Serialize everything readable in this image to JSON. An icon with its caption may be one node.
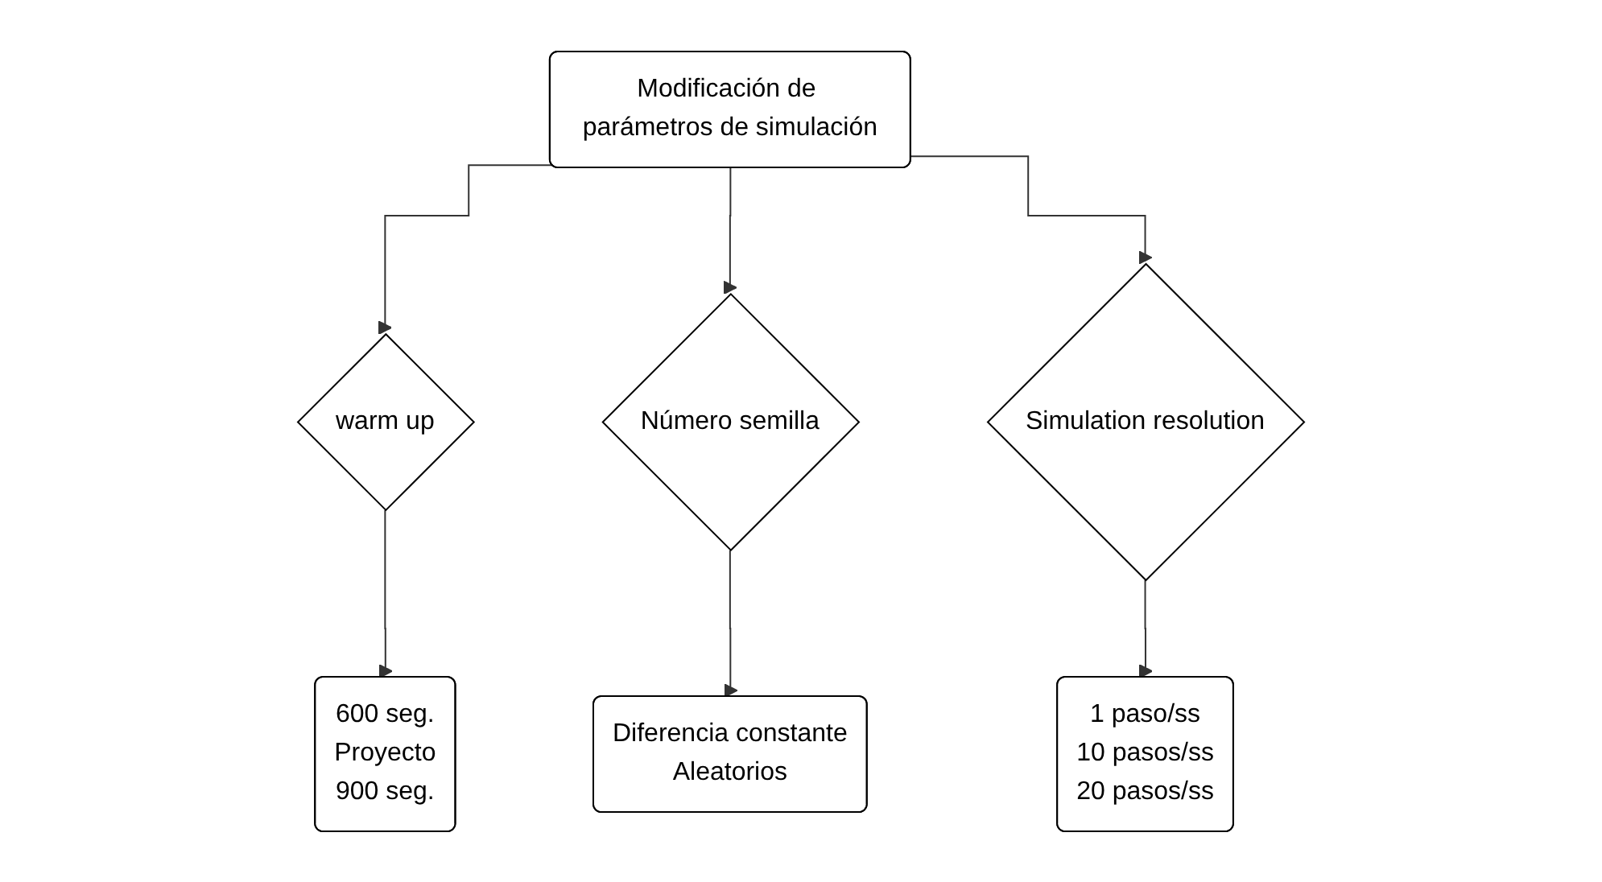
{
  "diagram": {
    "nodes": [
      {
        "text": [
          "Modificación de parámetros de simulación"
        ]
      },
      {
        "text": [
          "warm up"
        ]
      },
      {
        "text": [
          "Número semilla"
        ]
      },
      {
        "text": [
          "Simulation resolution"
        ]
      },
      {
        "text": [
          "600 seg.",
          "Proyecto",
          "900 seg."
        ]
      },
      {
        "text": [
          "Diferencia constante",
          "Aleatorios"
        ]
      },
      {
        "text": [
          "1 paso/ss",
          "10 pasos/ss",
          "20 pasos/ss"
        ]
      }
    ],
    "edges": [
      {
        "from": 0,
        "to": 1,
        "arrow": "to"
      },
      {
        "from": 0,
        "to": 2,
        "arrow": "to"
      },
      {
        "from": 0,
        "to": 3,
        "arrow": "to"
      },
      {
        "from": 1,
        "to": 4,
        "arrow": "to"
      },
      {
        "from": 2,
        "to": 5,
        "arrow": "to"
      },
      {
        "from": 3,
        "to": 6,
        "arrow": "to"
      }
    ]
  }
}
